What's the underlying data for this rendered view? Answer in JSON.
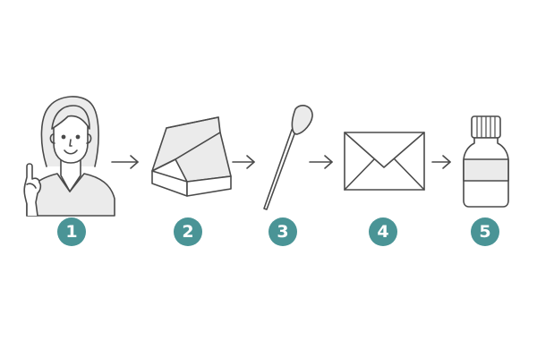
{
  "colors": {
    "badge": "#4a9496",
    "line": "#4a4a4a",
    "shade": "#ebebeb",
    "skin": "#ffffff"
  },
  "steps": [
    {
      "number": "1",
      "icon": "person-raising-finger-icon"
    },
    {
      "number": "2",
      "icon": "open-box-icon"
    },
    {
      "number": "3",
      "icon": "swab-icon"
    },
    {
      "number": "4",
      "icon": "envelope-icon"
    },
    {
      "number": "5",
      "icon": "bottle-icon"
    }
  ],
  "connectors": [
    "arrow-right-icon",
    "arrow-right-icon",
    "arrow-right-icon",
    "arrow-right-icon"
  ]
}
